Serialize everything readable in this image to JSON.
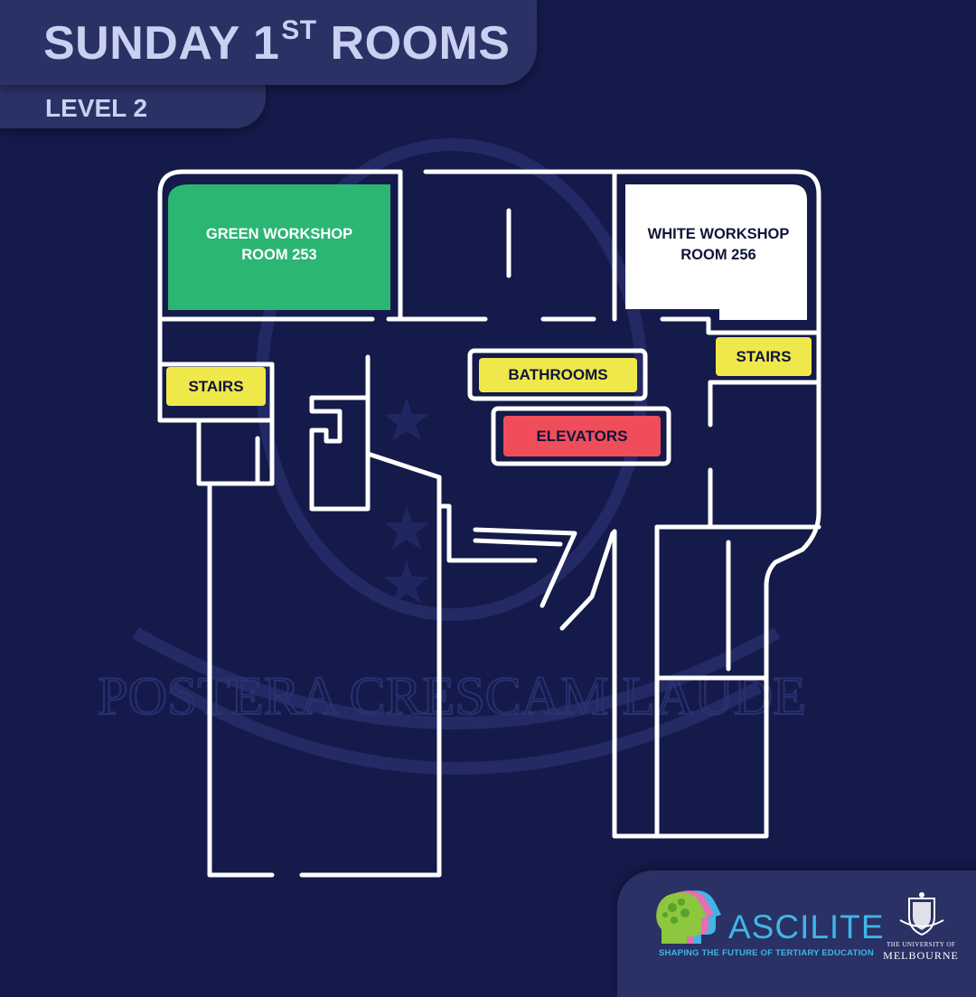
{
  "header": {
    "title_main": "SUNDAY 1",
    "title_sup": "ST",
    "title_rest": " ROOMS",
    "level": "LEVEL 2"
  },
  "rooms": {
    "green_workshop": {
      "line1": "GREEN WORKSHOP",
      "line2": "ROOM 253",
      "color": "#2bb673"
    },
    "white_workshop": {
      "line1": "WHITE WORKSHOP",
      "line2": "ROOM 256",
      "color": "#ffffff"
    }
  },
  "tags": {
    "stairs_left": "STAIRS",
    "stairs_right": "STAIRS",
    "bathrooms": "BATHROOMS",
    "elevators": "ELEVATORS"
  },
  "colors": {
    "background": "#141a4a",
    "panel": "#2a3165",
    "wall": "#ffffff",
    "stairs": "#eee84b",
    "bathrooms": "#eee84b",
    "elevators": "#ef4d5a"
  },
  "watermark": {
    "motto": "POSTERA CRESCAM LAUDE"
  },
  "logos": {
    "ascilite_name": "ASCILITE",
    "ascilite_tagline": "SHAPING THE FUTURE OF TERTIARY EDUCATION",
    "ascilite_icon": "heads-profile-icon",
    "unimelb_small": "THE UNIVERSITY OF",
    "unimelb_name": "MELBOURNE",
    "unimelb_icon": "crest-icon"
  }
}
